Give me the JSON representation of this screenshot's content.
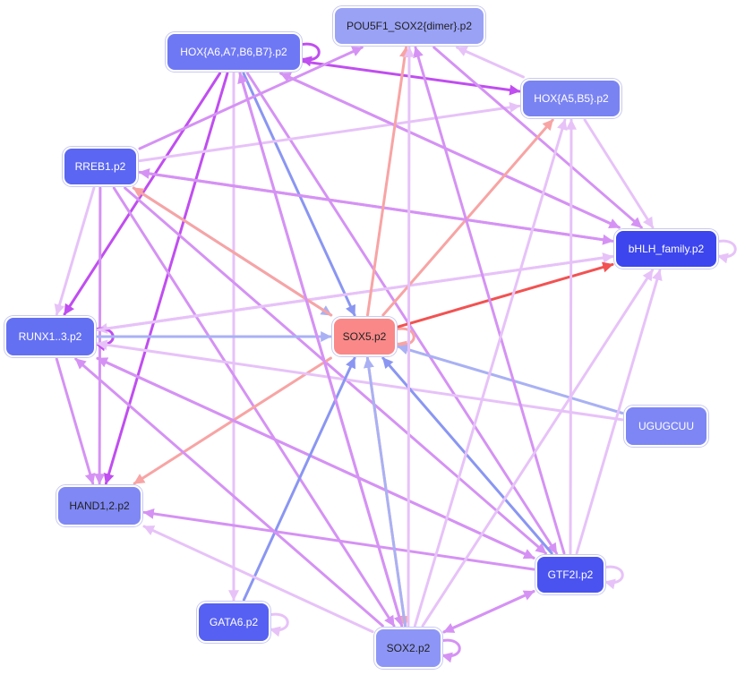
{
  "nodes": [
    {
      "id": "hox_a6",
      "label": "HOX{A6,A7,B6,B7}.p2",
      "color": "#6f78f4"
    },
    {
      "id": "pou5f1",
      "label": "POU5F1_SOX2{dimer}.p2",
      "color": "#9aa2f6"
    },
    {
      "id": "hox_a5",
      "label": "HOX{A5,B5}.p2",
      "color": "#7a83f2"
    },
    {
      "id": "rreb1",
      "label": "RREB1.p2",
      "color": "#5b66f2"
    },
    {
      "id": "bhlh",
      "label": "bHLH_family.p2",
      "color": "#3c45ee"
    },
    {
      "id": "runx",
      "label": "RUNX1..3.p2",
      "color": "#6470f2"
    },
    {
      "id": "sox5",
      "label": "SOX5.p2",
      "color": "#fa8888"
    },
    {
      "id": "ugugcuu",
      "label": "UGUGCUU",
      "color": "#7d86f4"
    },
    {
      "id": "hand",
      "label": "HAND1,2.p2",
      "color": "#7f88f4"
    },
    {
      "id": "gtf2i",
      "label": "GTF2I.p2",
      "color": "#4a53ef"
    },
    {
      "id": "gata6",
      "label": "GATA6.p2",
      "color": "#5660f2"
    },
    {
      "id": "sox2",
      "label": "SOX2.p2",
      "color": "#8d96f6"
    }
  ],
  "edges": [
    {
      "from": "hox_a6",
      "to": "hox_a6",
      "kind": "purple_strong"
    },
    {
      "from": "hox_a6",
      "to": "hox_a5",
      "kind": "purple_strong"
    },
    {
      "from": "hox_a6",
      "to": "bhlh",
      "kind": "purple_light"
    },
    {
      "from": "hox_a6",
      "to": "sox5",
      "kind": "blue"
    },
    {
      "from": "hox_a6",
      "to": "runx",
      "kind": "purple_strong"
    },
    {
      "from": "hox_a6",
      "to": "hand",
      "kind": "purple_strong"
    },
    {
      "from": "hox_a6",
      "to": "gata6",
      "kind": "purple_pale"
    },
    {
      "from": "hox_a6",
      "to": "sox2",
      "kind": "purple_light"
    },
    {
      "from": "hox_a6",
      "to": "gtf2i",
      "kind": "purple_light"
    },
    {
      "from": "rreb1",
      "to": "pou5f1",
      "kind": "purple_light"
    },
    {
      "from": "rreb1",
      "to": "hox_a5",
      "kind": "purple_pale"
    },
    {
      "from": "rreb1",
      "to": "bhlh",
      "kind": "purple_light"
    },
    {
      "from": "rreb1",
      "to": "sox5",
      "kind": "blue_light"
    },
    {
      "from": "rreb1",
      "to": "runx",
      "kind": "purple_pale"
    },
    {
      "from": "rreb1",
      "to": "hand",
      "kind": "purple_light"
    },
    {
      "from": "rreb1",
      "to": "sox2",
      "kind": "purple_light"
    },
    {
      "from": "rreb1",
      "to": "gtf2i",
      "kind": "purple_light"
    },
    {
      "from": "hox_a5",
      "to": "pou5f1",
      "kind": "purple_pale"
    },
    {
      "from": "hox_a5",
      "to": "bhlh",
      "kind": "purple_pale"
    },
    {
      "from": "pou5f1",
      "to": "bhlh",
      "kind": "purple_light"
    },
    {
      "from": "bhlh",
      "to": "bhlh",
      "kind": "purple_pale"
    },
    {
      "from": "bhlh",
      "to": "runx",
      "kind": "purple_pale"
    },
    {
      "from": "bhlh",
      "to": "rreb1",
      "kind": "purple_light"
    },
    {
      "from": "bhlh",
      "to": "hox_a6",
      "kind": "purple_light"
    },
    {
      "from": "runx",
      "to": "runx",
      "kind": "purple_strong"
    },
    {
      "from": "runx",
      "to": "sox5",
      "kind": "blue_light"
    },
    {
      "from": "runx",
      "to": "hand",
      "kind": "purple_light"
    },
    {
      "from": "runx",
      "to": "bhlh",
      "kind": "purple_pale"
    },
    {
      "from": "runx",
      "to": "gtf2i",
      "kind": "purple_light"
    },
    {
      "from": "sox5",
      "to": "sox5",
      "kind": "salmon"
    },
    {
      "from": "sox5",
      "to": "bhlh",
      "kind": "red"
    },
    {
      "from": "sox5",
      "to": "hox_a5",
      "kind": "salmon"
    },
    {
      "from": "sox5",
      "to": "pou5f1",
      "kind": "salmon"
    },
    {
      "from": "sox5",
      "to": "rreb1",
      "kind": "salmon"
    },
    {
      "from": "sox5",
      "to": "hand",
      "kind": "salmon"
    },
    {
      "from": "sox5",
      "to": "sox2",
      "kind": "salmon"
    },
    {
      "from": "ugugcuu",
      "to": "sox5",
      "kind": "blue_light"
    },
    {
      "from": "ugugcuu",
      "to": "runx",
      "kind": "purple_pale"
    },
    {
      "from": "gtf2i",
      "to": "gtf2i",
      "kind": "purple_pale"
    },
    {
      "from": "gtf2i",
      "to": "sox5",
      "kind": "blue"
    },
    {
      "from": "gtf2i",
      "to": "hand",
      "kind": "purple_light"
    },
    {
      "from": "gtf2i",
      "to": "sox2",
      "kind": "purple_light"
    },
    {
      "from": "gtf2i",
      "to": "hox_a5",
      "kind": "purple_pale"
    },
    {
      "from": "gtf2i",
      "to": "bhlh",
      "kind": "purple_pale"
    },
    {
      "from": "gtf2i",
      "to": "pou5f1",
      "kind": "purple_light"
    },
    {
      "from": "gtf2i",
      "to": "runx",
      "kind": "purple_light"
    },
    {
      "from": "gata6",
      "to": "gata6",
      "kind": "purple_pale"
    },
    {
      "from": "gata6",
      "to": "sox5",
      "kind": "blue"
    },
    {
      "from": "sox2",
      "to": "sox2",
      "kind": "purple_light"
    },
    {
      "from": "sox2",
      "to": "sox5",
      "kind": "blue_light"
    },
    {
      "from": "sox2",
      "to": "pou5f1",
      "kind": "purple_pale"
    },
    {
      "from": "sox2",
      "to": "bhlh",
      "kind": "purple_pale"
    },
    {
      "from": "sox2",
      "to": "hox_a5",
      "kind": "purple_pale"
    },
    {
      "from": "sox2",
      "to": "hand",
      "kind": "purple_pale"
    },
    {
      "from": "sox2",
      "to": "runx",
      "kind": "purple_light"
    },
    {
      "from": "sox2",
      "to": "hox_a6",
      "kind": "purple_light"
    },
    {
      "from": "sox2",
      "to": "gtf2i",
      "kind": "purple_light"
    }
  ],
  "edge_colors": {
    "purple_strong": "#c04ef0",
    "purple_light": "#d592f4",
    "purple_pale": "#e7c2f8",
    "blue": "#8a96f2",
    "blue_light": "#a9b1f4",
    "red": "#f25252",
    "salmon": "#f8a4a4"
  }
}
